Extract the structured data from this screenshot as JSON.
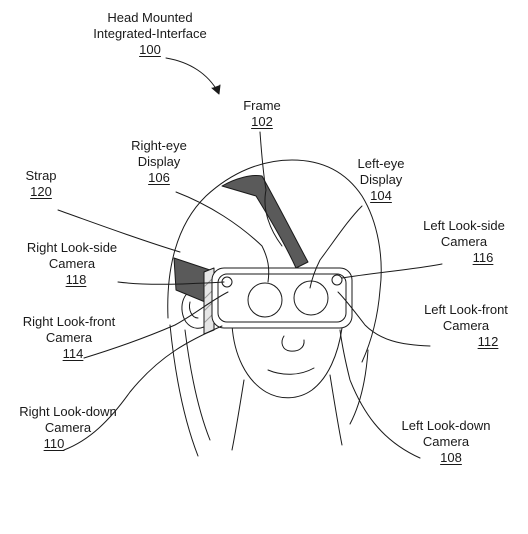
{
  "figure": {
    "title_line1": "Head Mounted",
    "title_line2": "Integrated-Interface",
    "title_ref": "100"
  },
  "labels": {
    "frame": {
      "line1": "Frame",
      "ref": "102"
    },
    "right_eye_display": {
      "line1": "Right-eye",
      "line2": "Display",
      "ref": "106"
    },
    "left_eye_display": {
      "line1": "Left-eye",
      "line2": "Display",
      "ref": "104"
    },
    "strap": {
      "line1": "Strap",
      "ref": "120"
    },
    "left_look_side": {
      "line1": "Left Look-side",
      "line2": "Camera",
      "ref": "116"
    },
    "right_look_side": {
      "line1": "Right Look-side",
      "line2": "Camera",
      "ref": "118"
    },
    "left_look_front": {
      "line1": "Left Look-front",
      "line2": "Camera",
      "ref": "112"
    },
    "right_look_front": {
      "line1": "Right Look-front",
      "line2": "Camera",
      "ref": "114"
    },
    "right_look_down": {
      "line1": "Right Look-down",
      "line2": "Camera",
      "ref": "110"
    },
    "left_look_down": {
      "line1": "Left Look-down",
      "line2": "Camera",
      "ref": "108"
    }
  },
  "colors": {
    "ink": "#1a1a1a",
    "strap_fill": "#5a5a5a",
    "hatch": "#9a9a9a"
  }
}
